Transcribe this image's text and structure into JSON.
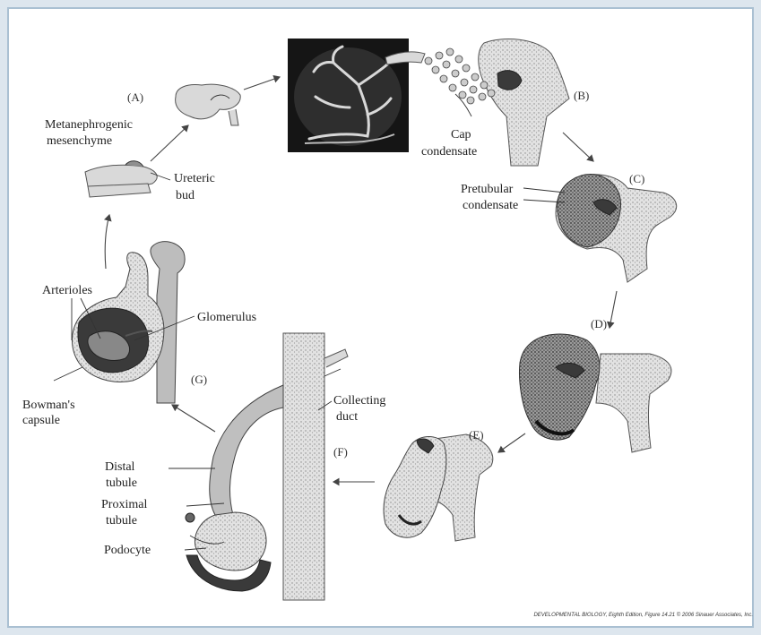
{
  "stages": {
    "a": "(A)",
    "b": "(B)",
    "c": "(C)",
    "d": "(D)",
    "e": "(E)",
    "f": "(F)",
    "g": "(G)"
  },
  "labels": {
    "metanephrogenic_1": "Metanephrogenic",
    "metanephrogenic_2": "mesenchyme",
    "ureteric_1": "Ureteric",
    "ureteric_2": "bud",
    "cap_1": "Cap",
    "cap_2": "condensate",
    "pretubular_1": "Pretubular",
    "pretubular_2": "condensate",
    "arterioles": "Arterioles",
    "glomerulus": "Glomerulus",
    "bowmans_1": "Bowman's",
    "bowmans_2": "capsule",
    "collecting_1": "Collecting",
    "collecting_2": "duct",
    "distal_1": "Distal",
    "distal_2": "tubule",
    "proximal_1": "Proximal",
    "proximal_2": "tubule",
    "podocyte": "Podocyte"
  },
  "credit": "DEVELOPMENTAL BIOLOGY, Eighth Edition, Figure 14.21 © 2006 Sinauer Associates, Inc.",
  "colors": {
    "background": "#dde6ee",
    "panel_border": "#aac0d2",
    "ink": "#222222"
  }
}
